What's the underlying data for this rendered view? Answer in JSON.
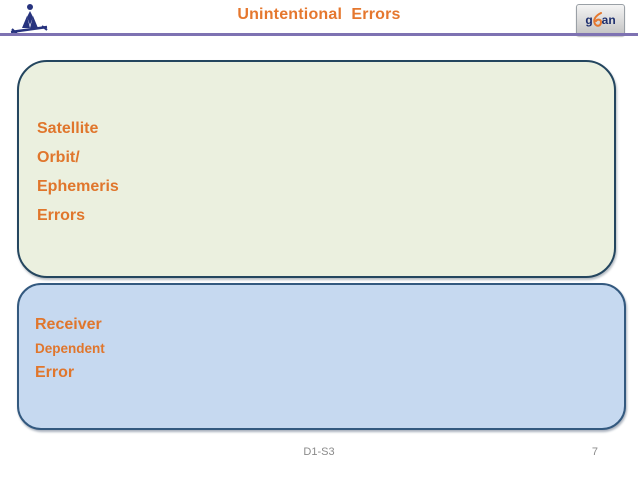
{
  "header": {
    "title": "Unintentional  Errors"
  },
  "logos": {
    "aai": "aai-logo",
    "gagan": {
      "left": "g",
      "right": "an"
    }
  },
  "boxes": {
    "top": {
      "lines": [
        "Satellite",
        "Orbit/",
        "Ephemeris",
        "Errors"
      ]
    },
    "bottom": {
      "lines": [
        "Receiver",
        "Dependent",
        "Error"
      ]
    }
  },
  "footer": {
    "session": "D1-S3",
    "page": "7"
  },
  "colors": {
    "title": "#E5772E",
    "divider": "#7E72B2",
    "box_text": "#E0762C",
    "topbox_fill": "#EBF0DF",
    "topbox_border": "#24465F",
    "bottombox_fill": "#C6D9F0",
    "bottombox_border": "#33597F",
    "logo_navy": "#27337E"
  }
}
